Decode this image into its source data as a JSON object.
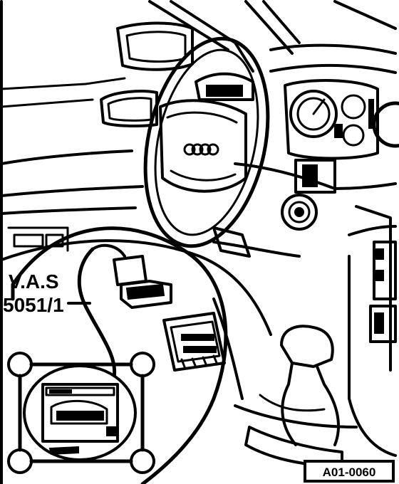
{
  "tool_label": {
    "line1": "V.A.S",
    "line2": "5051/1"
  },
  "figure_code": "A01-0060",
  "icons": {
    "steering_wheel": "steering-wheel-icon",
    "brand_logo": "four-rings-logo-icon",
    "gear_shift": "gear-shift-knob-icon",
    "diagnostic_tester": "diagnostic-tester-icon",
    "diagnostic_connector": "diagnostic-connector-icon",
    "dash_socket": "dash-socket-icon"
  },
  "colors": {
    "line": "#000000",
    "background": "#ffffff"
  }
}
